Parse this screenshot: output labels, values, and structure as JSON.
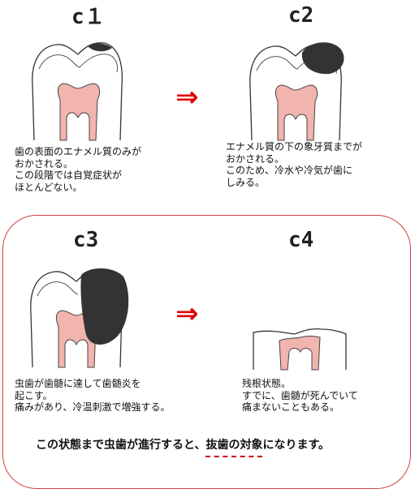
{
  "stages": [
    {
      "label": "c１",
      "lines": [
        "歯の表面のエナメル質のみが",
        "おかされる。",
        "この段階では自覚症状が",
        "ほとんどない。"
      ]
    },
    {
      "label": "c2",
      "lines": [
        "エナメル質の下の象牙質までが",
        "おかされる。",
        "このため、冷水や冷気が歯に",
        "しみる。"
      ]
    },
    {
      "label": "c3",
      "lines": [
        "虫歯が歯髄に達して歯髄炎を",
        "起こす。",
        "痛みがあり、冷温刺激で増強する。"
      ]
    },
    {
      "label": "c4",
      "lines": [
        "残根状態。",
        "すでに、歯髄が死んでいて",
        "痛まないこともある。"
      ]
    }
  ],
  "arrow_glyph": "⇒",
  "summary": {
    "before": "この状態まで虫歯が進行すると、",
    "emphasis": "抜歯の対象",
    "after": "になります。"
  },
  "colors": {
    "pulp": "#f2b4ae",
    "decay": "#333333",
    "arrow": "#e10000",
    "frame": "#d04040",
    "underline": "#d00000"
  }
}
